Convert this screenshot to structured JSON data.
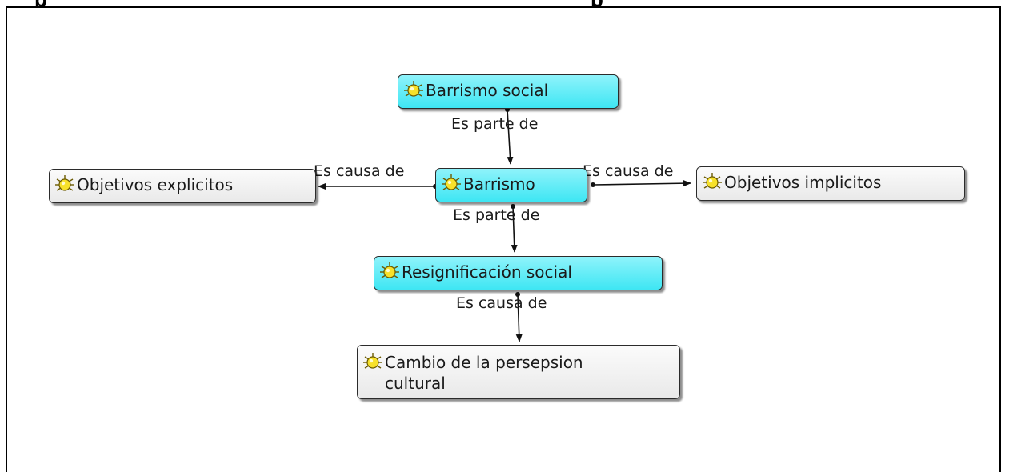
{
  "heading_fragments": [
    "p",
    "p"
  ],
  "nodes": {
    "barrismo_social": "Barrismo social",
    "barrismo": "Barrismo",
    "objetivos_explicitos": "Objetivos explicitos",
    "objetivos_implicitos": "Objetivos implicitos",
    "resignificacion": "Resignificación social",
    "cambio": "Cambio de la persepsion\ncultural"
  },
  "edges": {
    "social_to_barrismo": "Es parte de",
    "barrismo_to_explicitos": "Es causa de",
    "barrismo_to_implicitos": "Es causa de",
    "barrismo_to_resignificacion": "Es parte de",
    "resignificacion_to_cambio": "Es causa de"
  },
  "colors": {
    "core_node": "#3ee6f3",
    "leaf_node": "#eeeeee",
    "icon": "#f7e12a"
  }
}
